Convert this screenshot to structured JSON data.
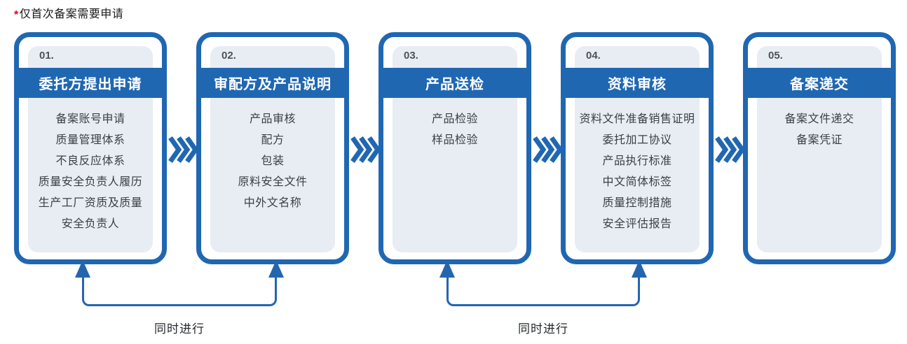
{
  "note": {
    "asterisk": "*",
    "text": "仅首次备案需要申请"
  },
  "colors": {
    "primary_blue": "#2067b2",
    "panel_bg": "#e8edf4",
    "note_red": "#e60012"
  },
  "steps": [
    {
      "number": "01.",
      "title": "委托方提出申请",
      "items": [
        "备案账号申请",
        "质量管理体系",
        "不良反应体系",
        "质量安全负责人履历",
        "生产工厂资质及质量",
        "安全负责人"
      ]
    },
    {
      "number": "02.",
      "title": "审配方及产品说明",
      "items": [
        "产品审核",
        "配方",
        "包装",
        "原料安全文件",
        "中外文名称"
      ]
    },
    {
      "number": "03.",
      "title": "产品送检",
      "items": [
        "产品检验",
        "样品检验"
      ]
    },
    {
      "number": "04.",
      "title": "资料审核",
      "items": [
        "资料文件准备销售证明",
        "委托加工协议",
        "产品执行标准",
        "中文简体标签",
        "质量控制措施",
        "安全评估报告"
      ]
    },
    {
      "number": "05.",
      "title": "备案递交",
      "items": [
        "备案文件递交",
        "备案凭证"
      ]
    }
  ],
  "brackets": [
    {
      "label": "同时进行"
    },
    {
      "label": "同时进行"
    }
  ]
}
